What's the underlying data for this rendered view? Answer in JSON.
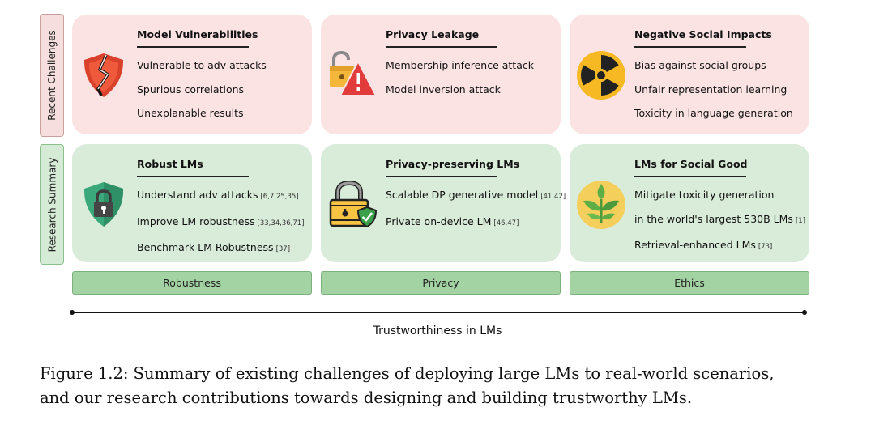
{
  "row_labels": {
    "challenges": "Recent Challenges",
    "research": "Research Summary"
  },
  "challenges": [
    {
      "title": "Model Vulnerabilities",
      "icon": "broken-shield-icon",
      "items": [
        {
          "text": "Vulnerable to adv attacks"
        },
        {
          "text": "Spurious correlations"
        },
        {
          "text": "Unexplanable results"
        }
      ]
    },
    {
      "title": "Privacy Leakage",
      "icon": "unlocked-warning-icon",
      "items": [
        {
          "text": "Membership inference attack"
        },
        {
          "text": "Model inversion attack"
        }
      ]
    },
    {
      "title": "Negative Social Impacts",
      "icon": "hazard-icon",
      "items": [
        {
          "text": "Bias against social groups"
        },
        {
          "text": "Unfair representation learning"
        },
        {
          "text": "Toxicity in language generation"
        }
      ]
    }
  ],
  "research": [
    {
      "title": "Robust LMs",
      "icon": "lock-shield-icon",
      "items": [
        {
          "text": "Understand adv attacks",
          "cite": "[6,7,25,35]"
        },
        {
          "text": "Improve LM robustness",
          "cite": "[33,34,36,71]"
        },
        {
          "text": "Benchmark LM Robustness",
          "cite": "[37]"
        }
      ]
    },
    {
      "title": "Privacy-preserving LMs",
      "icon": "padlock-icon",
      "items": [
        {
          "text": "Scalable DP generative model",
          "cite": "[41,42]"
        },
        {
          "text": "Private on-device LM",
          "cite": "[46,47]"
        }
      ]
    },
    {
      "title": "LMs for Social Good",
      "icon": "leaf-icon",
      "items": [
        {
          "text": "Mitigate toxicity generation"
        },
        {
          "text": "in the world's largest 530B LMs",
          "cite": "[1]"
        },
        {
          "text": "Retrieval-enhanced LMs",
          "cite": "[73]"
        }
      ]
    }
  ],
  "pillars": [
    "Robustness",
    "Privacy",
    "Ethics"
  ],
  "axis_label": "Trustworthiness in LMs",
  "caption": {
    "line1": "Figure 1.2: Summary of existing challenges of deploying large LMs to real-world scenarios,",
    "line2": "and our research contributions towards designing and building trustworthy LMs."
  },
  "colors": {
    "challenge_bg": "#fbe3e3",
    "research_bg": "#d9ecd9",
    "pillar_bg": "#a3d3a3"
  }
}
